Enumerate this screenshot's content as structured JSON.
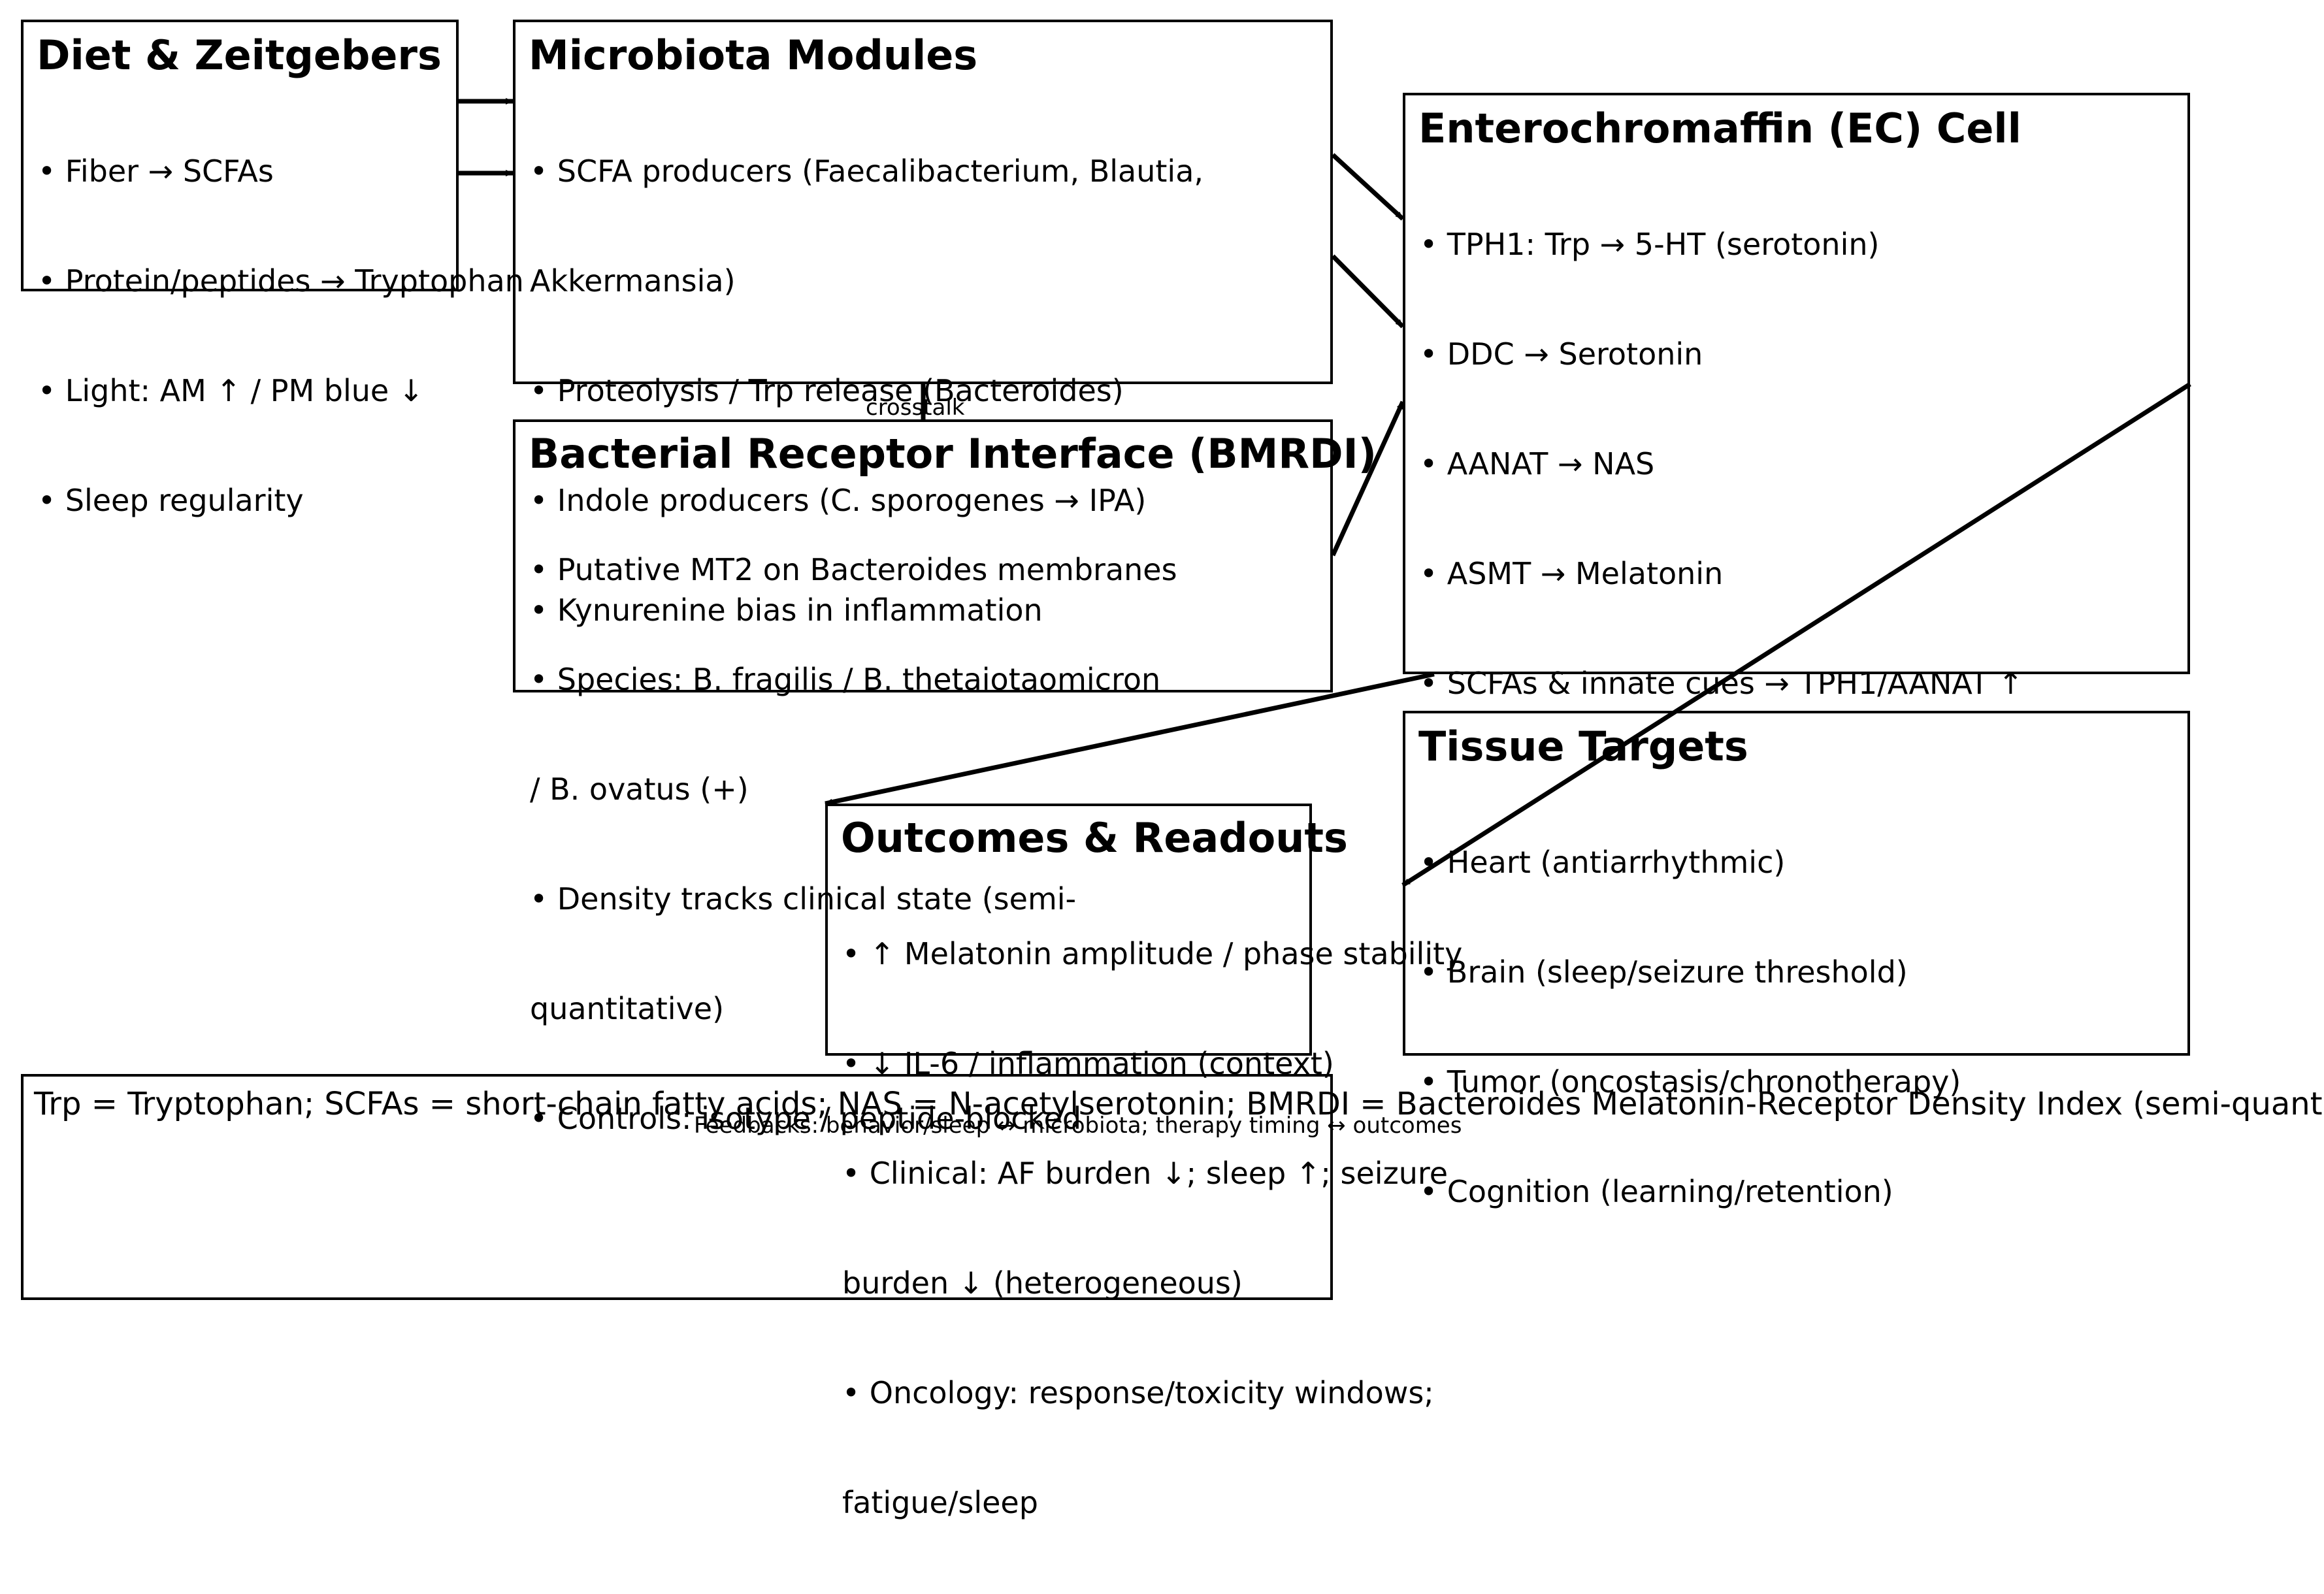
{
  "colors": {
    "stroke": "#000000",
    "background": "#ffffff",
    "text": "#000000"
  },
  "boxes": {
    "diet": {
      "title": "Diet & Zeitgebers",
      "lines": [
        "• Fiber → SCFAs",
        "• Protein/peptides → Tryptophan",
        "• Light: AM ↑ / PM blue ↓",
        "• Sleep regularity"
      ]
    },
    "microbiota": {
      "title": "Microbiota Modules",
      "lines": [
        "• SCFA producers (Faecalibacterium, Blautia,",
        "Akkermansia)",
        "• Proteolysis / Trp release (Bacteroides)",
        "• Indole producers (C. sporogenes → IPA)",
        "• Kynurenine bias in inflammation"
      ]
    },
    "ec_cell": {
      "title": "Enterochromaffin (EC) Cell",
      "lines": [
        "• TPH1: Trp → 5-HT (serotonin)",
        "• DDC → Serotonin",
        "• AANAT → NAS",
        "• ASMT → Melatonin",
        "• SCFAs & innate cues → TPH1/AANAT ↑"
      ]
    },
    "bmrdi": {
      "title": "Bacterial Receptor Interface (BMRDI)",
      "lines": [
        "• Putative MT2 on Bacteroides membranes",
        "• Species: B. fragilis / B. thetaiotaomicron",
        "/ B. ovatus (+)",
        "• Density tracks clinical state (semi-",
        "quantitative)",
        "• Controls: isotype / peptide-blocked"
      ]
    },
    "tissue": {
      "title": "Tissue Targets",
      "lines": [
        "• Heart (antiarrhythmic)",
        "• Brain (sleep/seizure threshold)",
        "• Tumor (oncostasis/chronotherapy)",
        "• Cognition (learning/retention)"
      ]
    },
    "outcomes": {
      "title": "Outcomes & Readouts",
      "lines": [
        "• ↑ Melatonin amplitude / phase stability",
        "• ↓ IL-6 / inflammation (context)",
        "• Clinical: AF burden ↓; sleep ↑; seizure",
        "burden ↓ (heterogeneous)",
        "• Oncology: response/toxicity windows;",
        "fatigue/sleep"
      ]
    }
  },
  "crosstalk_label": "crosstalk",
  "footer": {
    "abbreviations": "Trp = Tryptophan; SCFAs = short-chain fatty acids; NAS = N-acetylserotonin; BMRDI = Bacteroides Melatonin-Receptor Density Index (semi-quant",
    "feedbacks": "Feedbacks: behavior/sleep ↔ microbiota; therapy timing ↔ outcomes"
  }
}
